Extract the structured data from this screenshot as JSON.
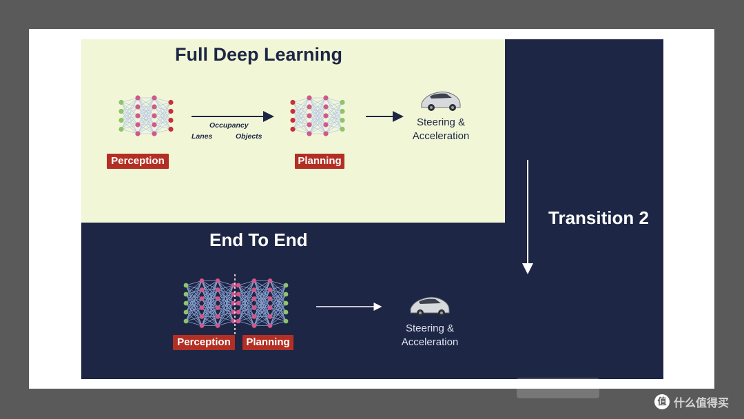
{
  "slide": {
    "title_full": "Full Deep Learning",
    "title_end_to_end": "End To End",
    "title_transition": "Transition 2",
    "full": {
      "perception_label": "Perception",
      "planning_label": "Planning",
      "interfaces": [
        "Occupancy",
        "Lanes",
        "Objects"
      ],
      "output_line1": "Steering &",
      "output_line2": "Acceleration"
    },
    "e2e": {
      "perception_label": "Perception",
      "planning_label": "Planning",
      "output_line1": "Steering &",
      "output_line2": "Acceleration"
    }
  },
  "colors": {
    "navy": "#1e2645",
    "light_panel": "#f1f7d6",
    "label_red": "#b32f24",
    "node_pink": "#d1588c",
    "node_green": "#8fc46c",
    "node_red": "#c8303a",
    "edge_blue": "#8ea8d8"
  },
  "watermark": {
    "logo": "值",
    "text": "什么值得买"
  }
}
